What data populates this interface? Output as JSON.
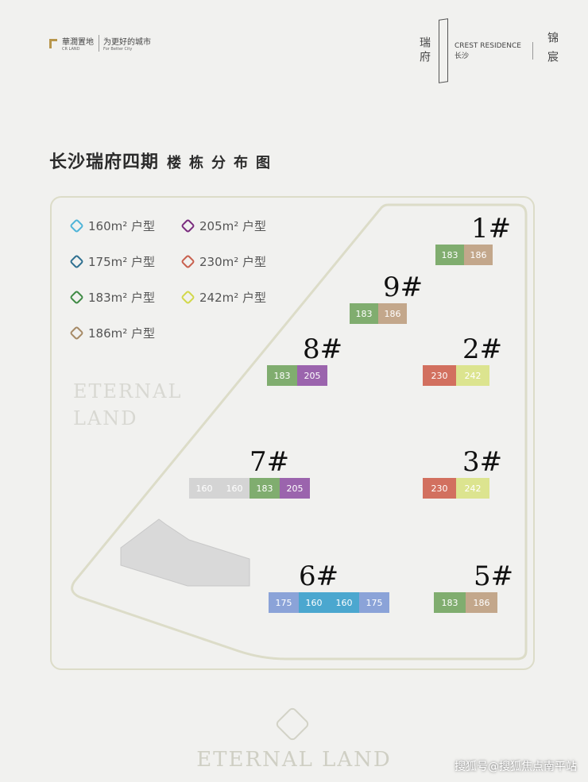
{
  "header": {
    "developer_cn": "華潤置地",
    "developer_en": "CR LAND",
    "slogan_cn": "为更好的城市",
    "slogan_en": "For Better City",
    "project_cn": "瑞府",
    "project_en": "CREST RESIDENCE",
    "city": "长沙",
    "series": "锦宸"
  },
  "title": {
    "main": "长沙瑞府四期",
    "sub": "楼栋分布图"
  },
  "legend": [
    {
      "label": "160m² 户型",
      "color": "#4fb4d8"
    },
    {
      "label": "175m² 户型",
      "color": "#2f7090"
    },
    {
      "label": "183m² 户型",
      "color": "#3f8a45"
    },
    {
      "label": "186m² 户型",
      "color": "#a68a66"
    },
    {
      "label": "205m² 户型",
      "color": "#7a2c7e"
    },
    {
      "label": "230m² 户型",
      "color": "#c8604e"
    },
    {
      "label": "242m² 户型",
      "color": "#d2d84a"
    }
  ],
  "watermark": "ETERNAL LAND",
  "buildings": [
    {
      "name": "1#",
      "units": [
        "183",
        "186"
      ]
    },
    {
      "name": "9#",
      "units": [
        "183",
        "186"
      ]
    },
    {
      "name": "8#",
      "units": [
        "183",
        "205"
      ]
    },
    {
      "name": "2#",
      "units": [
        "230",
        "242"
      ]
    },
    {
      "name": "7#",
      "units": [
        "160",
        "160",
        "183",
        "205"
      ]
    },
    {
      "name": "3#",
      "units": [
        "230",
        "242"
      ]
    },
    {
      "name": "6#",
      "units": [
        "175",
        "160",
        "160",
        "175"
      ]
    },
    {
      "name": "5#",
      "units": [
        "183",
        "186"
      ]
    }
  ],
  "footer": "ETERNAL LAND",
  "credit": "搜狐号@搜狐焦点南平站"
}
